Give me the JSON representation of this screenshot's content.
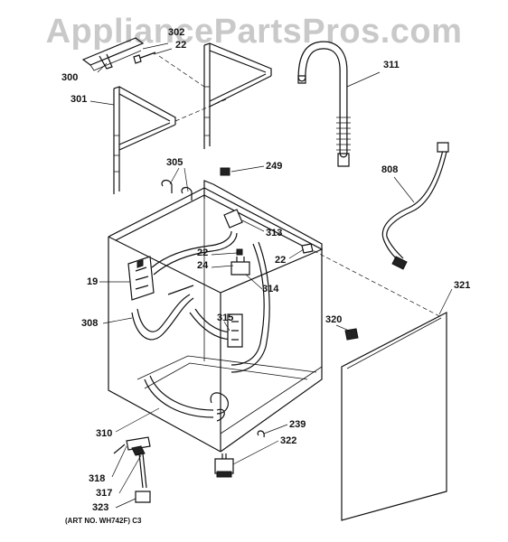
{
  "watermark": "AppliancePartsPros.com",
  "art_number": "(ART NO. WH742F) C3",
  "callouts": {
    "c302": "302",
    "c22_top": "22",
    "c300": "300",
    "c301": "301",
    "c311": "311",
    "c305": "305",
    "c249": "249",
    "c808": "808",
    "c313": "313",
    "c22_mid": "22",
    "c24": "24",
    "c22_right": "22",
    "c19": "19",
    "c314": "314",
    "c321": "321",
    "c308": "308",
    "c315": "315",
    "c320": "320",
    "c310": "310",
    "c239": "239",
    "c322": "322",
    "c318": "318",
    "c317": "317",
    "c323": "323"
  }
}
